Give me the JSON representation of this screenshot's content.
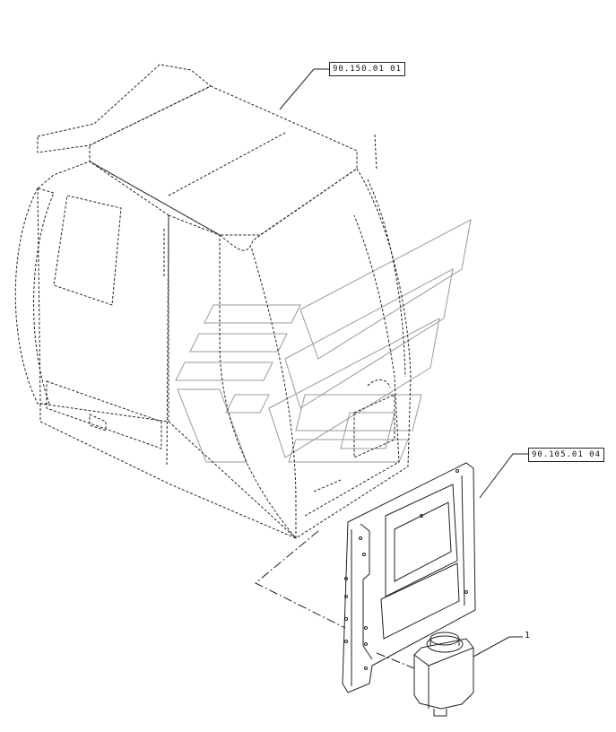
{
  "callouts": {
    "cab_ref": "90.150.01 01",
    "bracket_ref": "90.105.01 04",
    "item_number": "1"
  },
  "colors": {
    "line": "#222222",
    "watermark": "#9a9a9a"
  },
  "icons": [
    "cab-outline-icon",
    "mounting-plate-icon",
    "reservoir-tank-icon",
    "watermark-logo-icon"
  ]
}
